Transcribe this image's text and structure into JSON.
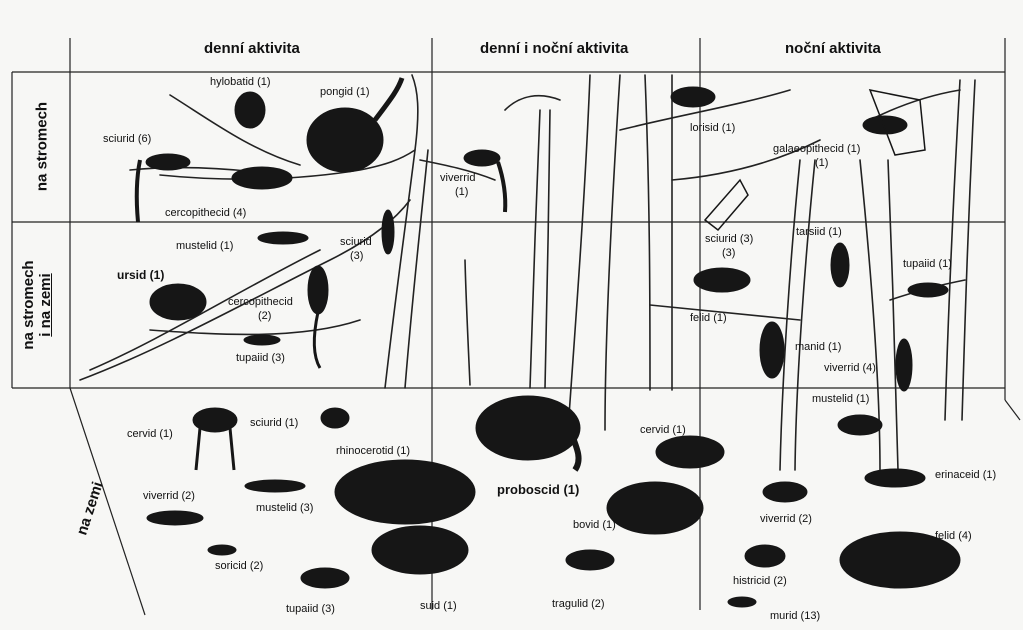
{
  "columns": [
    "denní aktivita",
    "denní i noční aktivita",
    "noční aktivita"
  ],
  "rows": {
    "trees": "na stromech",
    "trees_ground_1": "na stromech",
    "trees_ground_2": "i na zemi",
    "ground": "na zemi"
  },
  "labels": [
    {
      "id": "hylobatid",
      "text": "hylobatid (1)"
    },
    {
      "id": "pongid",
      "text": "pongid (1)"
    },
    {
      "id": "sciurid-6",
      "text": "sciurid (6)"
    },
    {
      "id": "cercopithecid-4",
      "text": "cercopithecid (4)"
    },
    {
      "id": "mustelid-1-day",
      "text": "mustelid (1)"
    },
    {
      "id": "sciurid-3-day",
      "text": "sciurid"
    },
    {
      "id": "sciurid-3-day-n",
      "text": "(3)"
    },
    {
      "id": "ursid",
      "text": "ursid (1)"
    },
    {
      "id": "cercopithecid-2",
      "text": "cercopithecid"
    },
    {
      "id": "cercopithecid-2-n",
      "text": "(2)"
    },
    {
      "id": "tupaiid-3-tree",
      "text": "tupaiid (3)"
    },
    {
      "id": "cervid-day",
      "text": "cervid (1)"
    },
    {
      "id": "sciurid-1",
      "text": "sciurid (1)"
    },
    {
      "id": "rhinocerotid",
      "text": "rhinocerotid (1)"
    },
    {
      "id": "viverrid-2-day",
      "text": "viverrid (2)"
    },
    {
      "id": "mustelid-3",
      "text": "mustelid (3)"
    },
    {
      "id": "soricid",
      "text": "soricid (2)"
    },
    {
      "id": "tupaiid-3-ground",
      "text": "tupaiid (3)"
    },
    {
      "id": "suid",
      "text": "suid (1)"
    },
    {
      "id": "viverrid-1",
      "text": "viverrid"
    },
    {
      "id": "viverrid-1-n",
      "text": "(1)"
    },
    {
      "id": "proboscid",
      "text": "proboscid (1)"
    },
    {
      "id": "bovid",
      "text": "bovid (1)"
    },
    {
      "id": "tragulid",
      "text": "tragulid (2)"
    },
    {
      "id": "cervid-mid",
      "text": "cervid (1)"
    },
    {
      "id": "lorisid",
      "text": "lorisid (1)"
    },
    {
      "id": "galaeopithecid",
      "text": "galaeopithecid (1)"
    },
    {
      "id": "galaeopithecid-n",
      "text": "(1)"
    },
    {
      "id": "sciurid-3-night",
      "text": "sciurid (3)"
    },
    {
      "id": "sciurid-3-night-n",
      "text": "(3)"
    },
    {
      "id": "tarsiid",
      "text": "tarsiid (1)"
    },
    {
      "id": "felid-1",
      "text": "felid (1)"
    },
    {
      "id": "tupaiid-1",
      "text": "tupaiid (1)"
    },
    {
      "id": "manid",
      "text": "manid (1)"
    },
    {
      "id": "viverrid-4",
      "text": "viverrid (4)"
    },
    {
      "id": "mustelid-1-night",
      "text": "mustelid (1)"
    },
    {
      "id": "erinaceid",
      "text": "erinaceid (1)"
    },
    {
      "id": "viverrid-2-night",
      "text": "viverrid (2)"
    },
    {
      "id": "felid-4",
      "text": "felid (4)"
    },
    {
      "id": "histricid",
      "text": "histricid (2)"
    },
    {
      "id": "murid",
      "text": "murid (13)"
    }
  ],
  "colors": {
    "ink": "#111111",
    "paper": "#f7f7f5"
  }
}
